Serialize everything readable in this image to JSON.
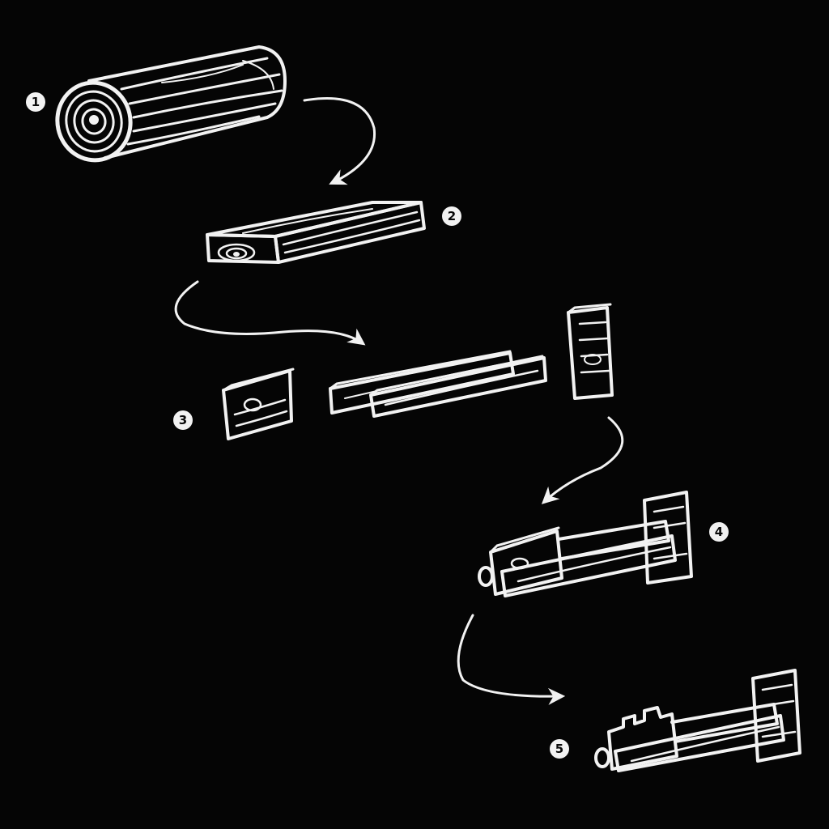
{
  "diagram": {
    "background_color": "#050505",
    "ink_color": "#f2f2f2",
    "steps": [
      {
        "label": "1",
        "object": "log-icon"
      },
      {
        "label": "2",
        "object": "squared-beam-icon"
      },
      {
        "label": "3",
        "object": "cut-pieces-icon"
      },
      {
        "label": "4",
        "object": "assembled-parts-icon"
      },
      {
        "label": "5",
        "object": "finished-piece-icon"
      }
    ],
    "arrows": [
      "step-1-to-2",
      "step-2-to-3",
      "step-3-to-4",
      "step-4-to-5"
    ]
  }
}
